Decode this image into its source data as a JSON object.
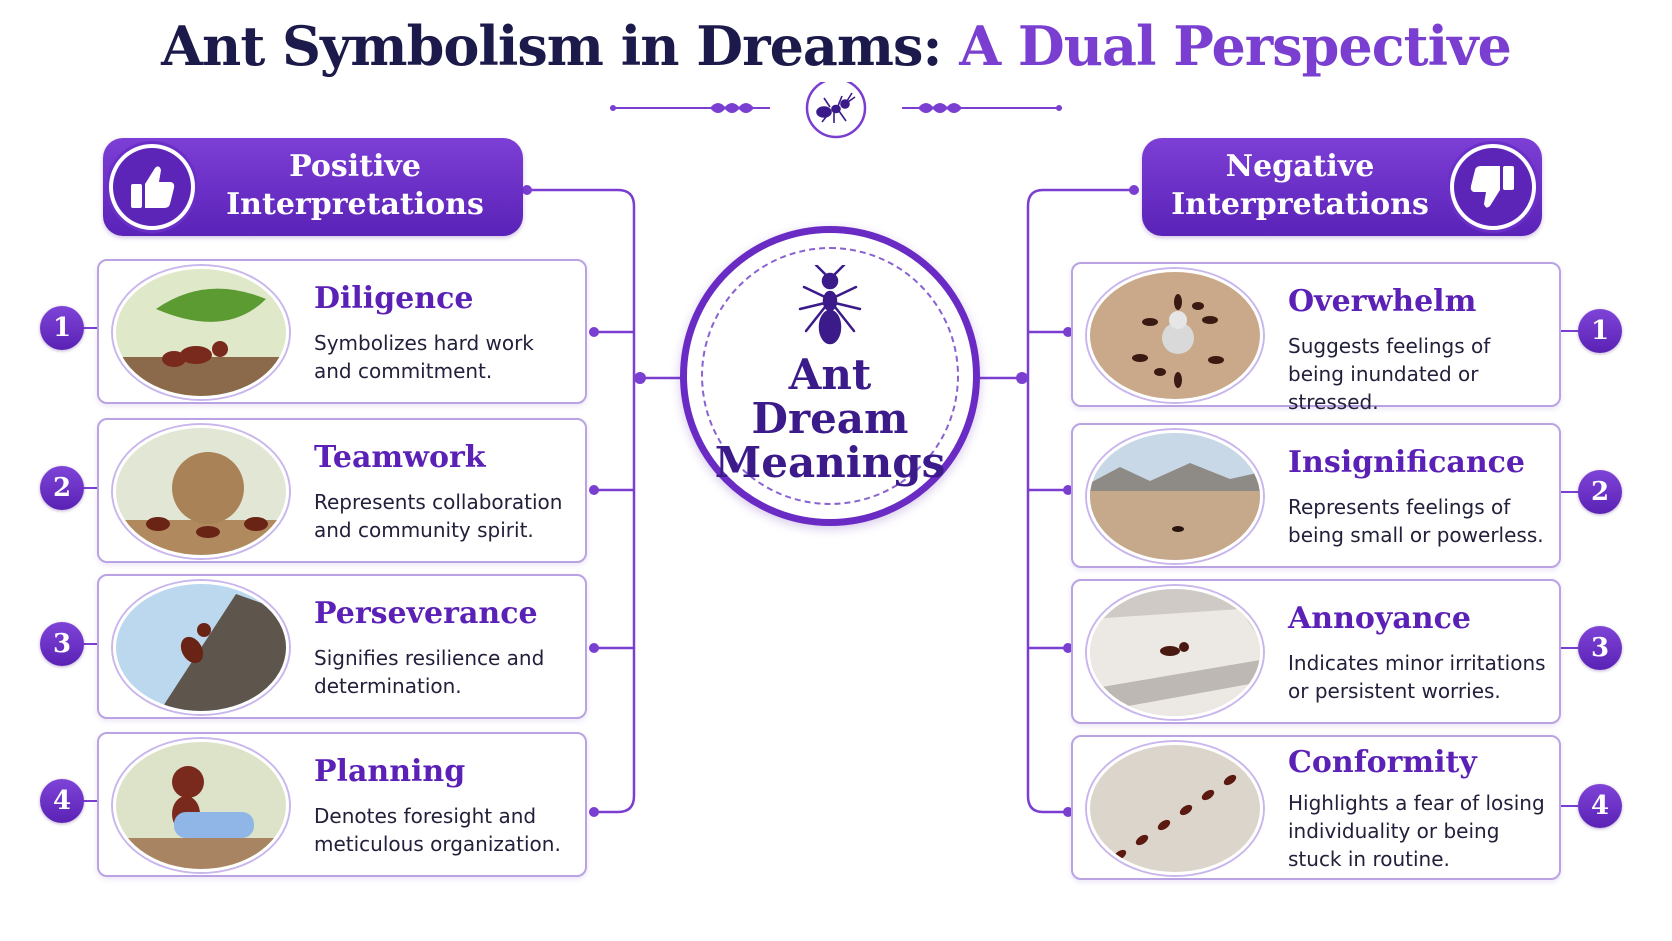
{
  "title": {
    "part1": "Ant Symbolism in Dreams:",
    "part2": "A Dual Perspective"
  },
  "center": {
    "lines": [
      "Ant",
      "Dream",
      "Meanings"
    ]
  },
  "positive": {
    "header_line1": "Positive",
    "header_line2": "Interpretations",
    "icon": "thumbs-up-icon",
    "items": [
      {
        "num": "1",
        "title": "Diligence",
        "desc": "Symbolizes hard work and commitment."
      },
      {
        "num": "2",
        "title": "Teamwork",
        "desc": "Represents collaboration and community spirit."
      },
      {
        "num": "3",
        "title": "Perseverance",
        "desc": "Signifies resilience and determination."
      },
      {
        "num": "4",
        "title": "Planning",
        "desc": "Denotes foresight and meticulous organization."
      }
    ]
  },
  "negative": {
    "header_line1": "Negative",
    "header_line2": "Interpretations",
    "icon": "thumbs-down-icon",
    "items": [
      {
        "num": "1",
        "title": "Overwhelm",
        "desc": "Suggests feelings of being inundated or stressed."
      },
      {
        "num": "2",
        "title": "Insignificance",
        "desc": "Represents feelings of being small or powerless."
      },
      {
        "num": "3",
        "title": "Annoyance",
        "desc": "Indicates minor irritations or persistent worries."
      },
      {
        "num": "4",
        "title": "Conformity",
        "desc": "Highlights a fear of losing individuality or being stuck in routine."
      }
    ]
  },
  "colors": {
    "primary": "#5b21b6",
    "accent": "#7a3fd0",
    "navy": "#1c1a4a",
    "card_border": "#b9a3e3"
  }
}
